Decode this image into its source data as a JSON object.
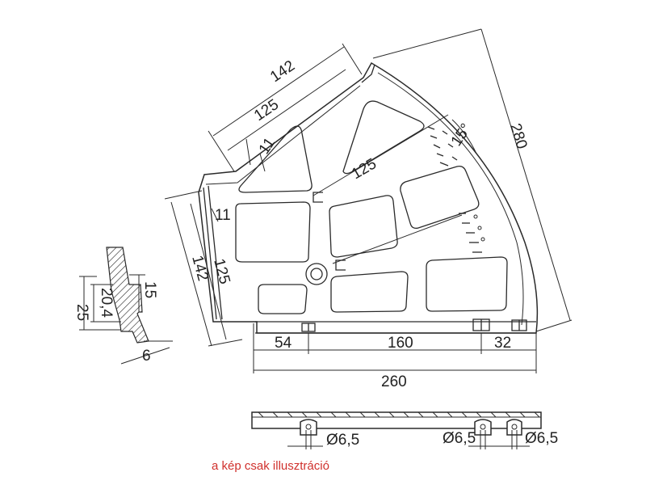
{
  "colors": {
    "line": "#2a2a2a",
    "caption": "#d0312d",
    "background": "#ffffff"
  },
  "dimensions": {
    "top_outer": "142",
    "top_inner": "125",
    "top_small": "11",
    "side_small": "11",
    "side_inner": "125",
    "side_outer": "142",
    "angle": "15°",
    "radius": "125",
    "diagonal": "280",
    "bottom_left": "54",
    "bottom_mid": "160",
    "bottom_right": "32",
    "overall": "260",
    "profile_15": "15",
    "profile_204": "20,4",
    "profile_25": "25",
    "profile_6": "6",
    "hole_left": "Ø6,5",
    "hole_mid": "Ø6,5",
    "hole_right": "Ø6,5"
  },
  "caption": {
    "text": "a kép csak illusztráció",
    "color": "#d0312d"
  }
}
